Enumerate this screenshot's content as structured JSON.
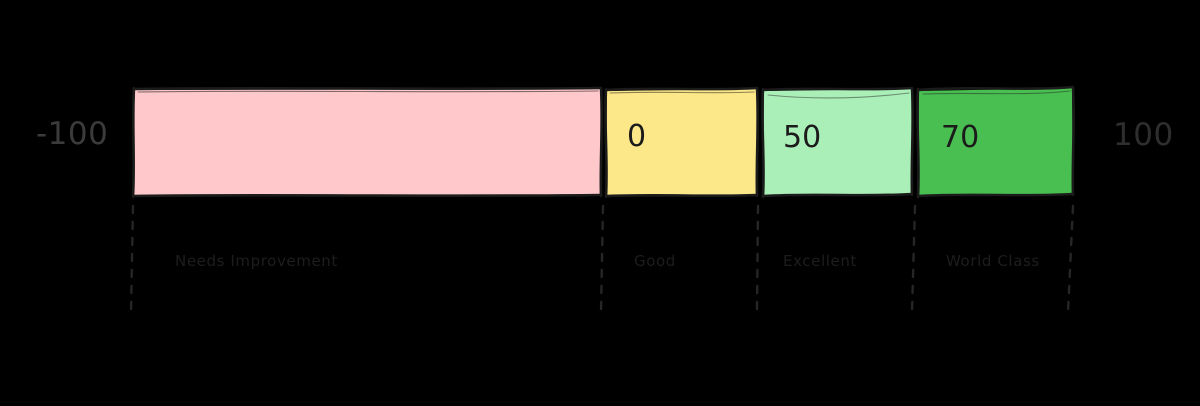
{
  "chart_data": {
    "type": "bar",
    "title": "",
    "xlabel": "",
    "ylabel": "",
    "orientation": "horizontal",
    "axis_min": -100,
    "axis_max": 100,
    "axis_min_label": "-100",
    "axis_max_label": "100",
    "grid": false,
    "legend": "none",
    "categories": [
      "Needs Improvement",
      "Good",
      "Excellent",
      "World Class"
    ],
    "segment_starts": [
      -100,
      0,
      50,
      70
    ],
    "segment_ends": [
      0,
      50,
      70,
      100
    ],
    "segment_start_labels": [
      "-100",
      "0",
      "50",
      "70"
    ],
    "values": [
      100,
      50,
      20,
      30
    ],
    "colors": [
      "#FFC9CB",
      "#FCE888",
      "#ABEFB8",
      "#49BE51"
    ],
    "background": "#000000"
  },
  "scale": {
    "min_label": "-100",
    "max_label": "100",
    "segments": [
      {
        "value_label": "",
        "tier_label": "Needs Improvement",
        "color": "#FFC9CB"
      },
      {
        "value_label": "0",
        "tier_label": "Good",
        "color": "#FCE888"
      },
      {
        "value_label": "50",
        "tier_label": "Excellent",
        "color": "#ABEFB8"
      },
      {
        "value_label": "70",
        "tier_label": "World Class",
        "color": "#49BE51"
      }
    ]
  }
}
